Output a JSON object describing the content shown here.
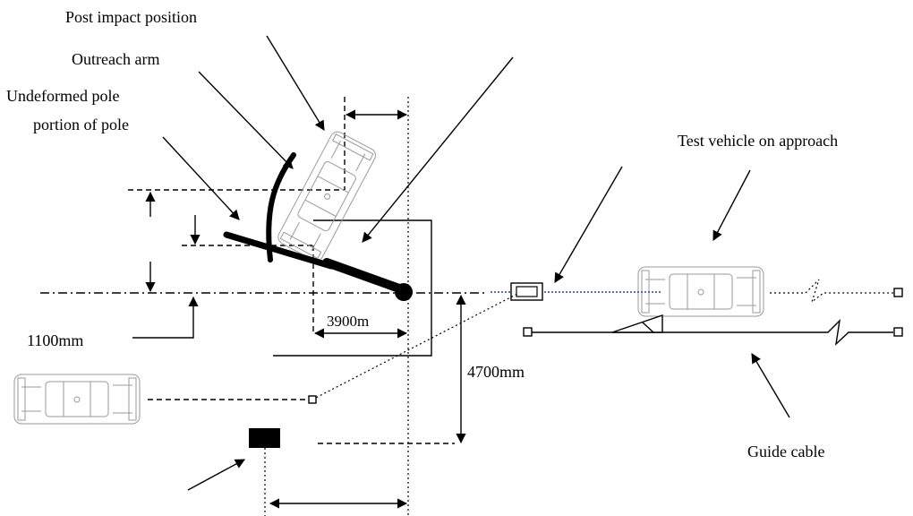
{
  "labels": {
    "post_impact": "Post impact position",
    "outreach_arm": "Outreach arm",
    "undeformed_line1": "Undeformed pole",
    "undeformed_line2": "portion of pole",
    "test_vehicle": "Test vehicle on approach",
    "guide_cable": "Guide cable",
    "dim_1100": "1100mm",
    "dim_3900": "3900m",
    "dim_4700": "4700mm"
  },
  "colors": {
    "ink": "#000000",
    "vehicle_outline": "#9a9a9a",
    "approach_path": "#2b3fb5"
  }
}
